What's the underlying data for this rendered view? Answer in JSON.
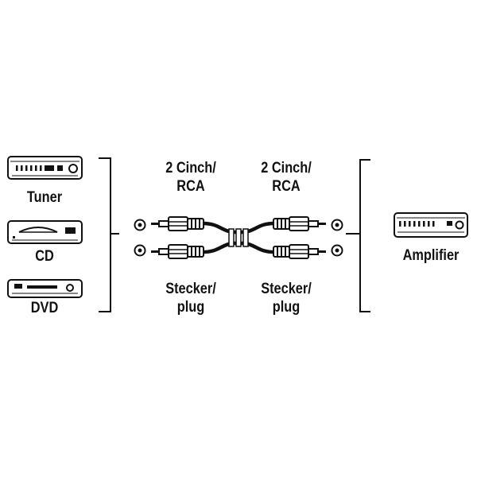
{
  "devices": {
    "tuner": {
      "label": "Tuner",
      "icon": "tuner-icon"
    },
    "cd": {
      "label": "CD",
      "icon": "cd-player-icon"
    },
    "dvd": {
      "label": "DVD",
      "icon": "dvd-player-icon"
    },
    "amplifier": {
      "label": "Amplifier",
      "icon": "amplifier-icon"
    }
  },
  "cable": {
    "left_connector": {
      "line1": "2 Cinch/",
      "line2": "RCA"
    },
    "right_connector": {
      "line1": "2 Cinch/",
      "line2": "RCA"
    },
    "left_plug": {
      "line1": "Stecker/",
      "line2": "plug"
    },
    "right_plug": {
      "line1": "Stecker/",
      "line2": "plug"
    }
  },
  "colors": {
    "ink": "#111111",
    "background": "#ffffff"
  }
}
